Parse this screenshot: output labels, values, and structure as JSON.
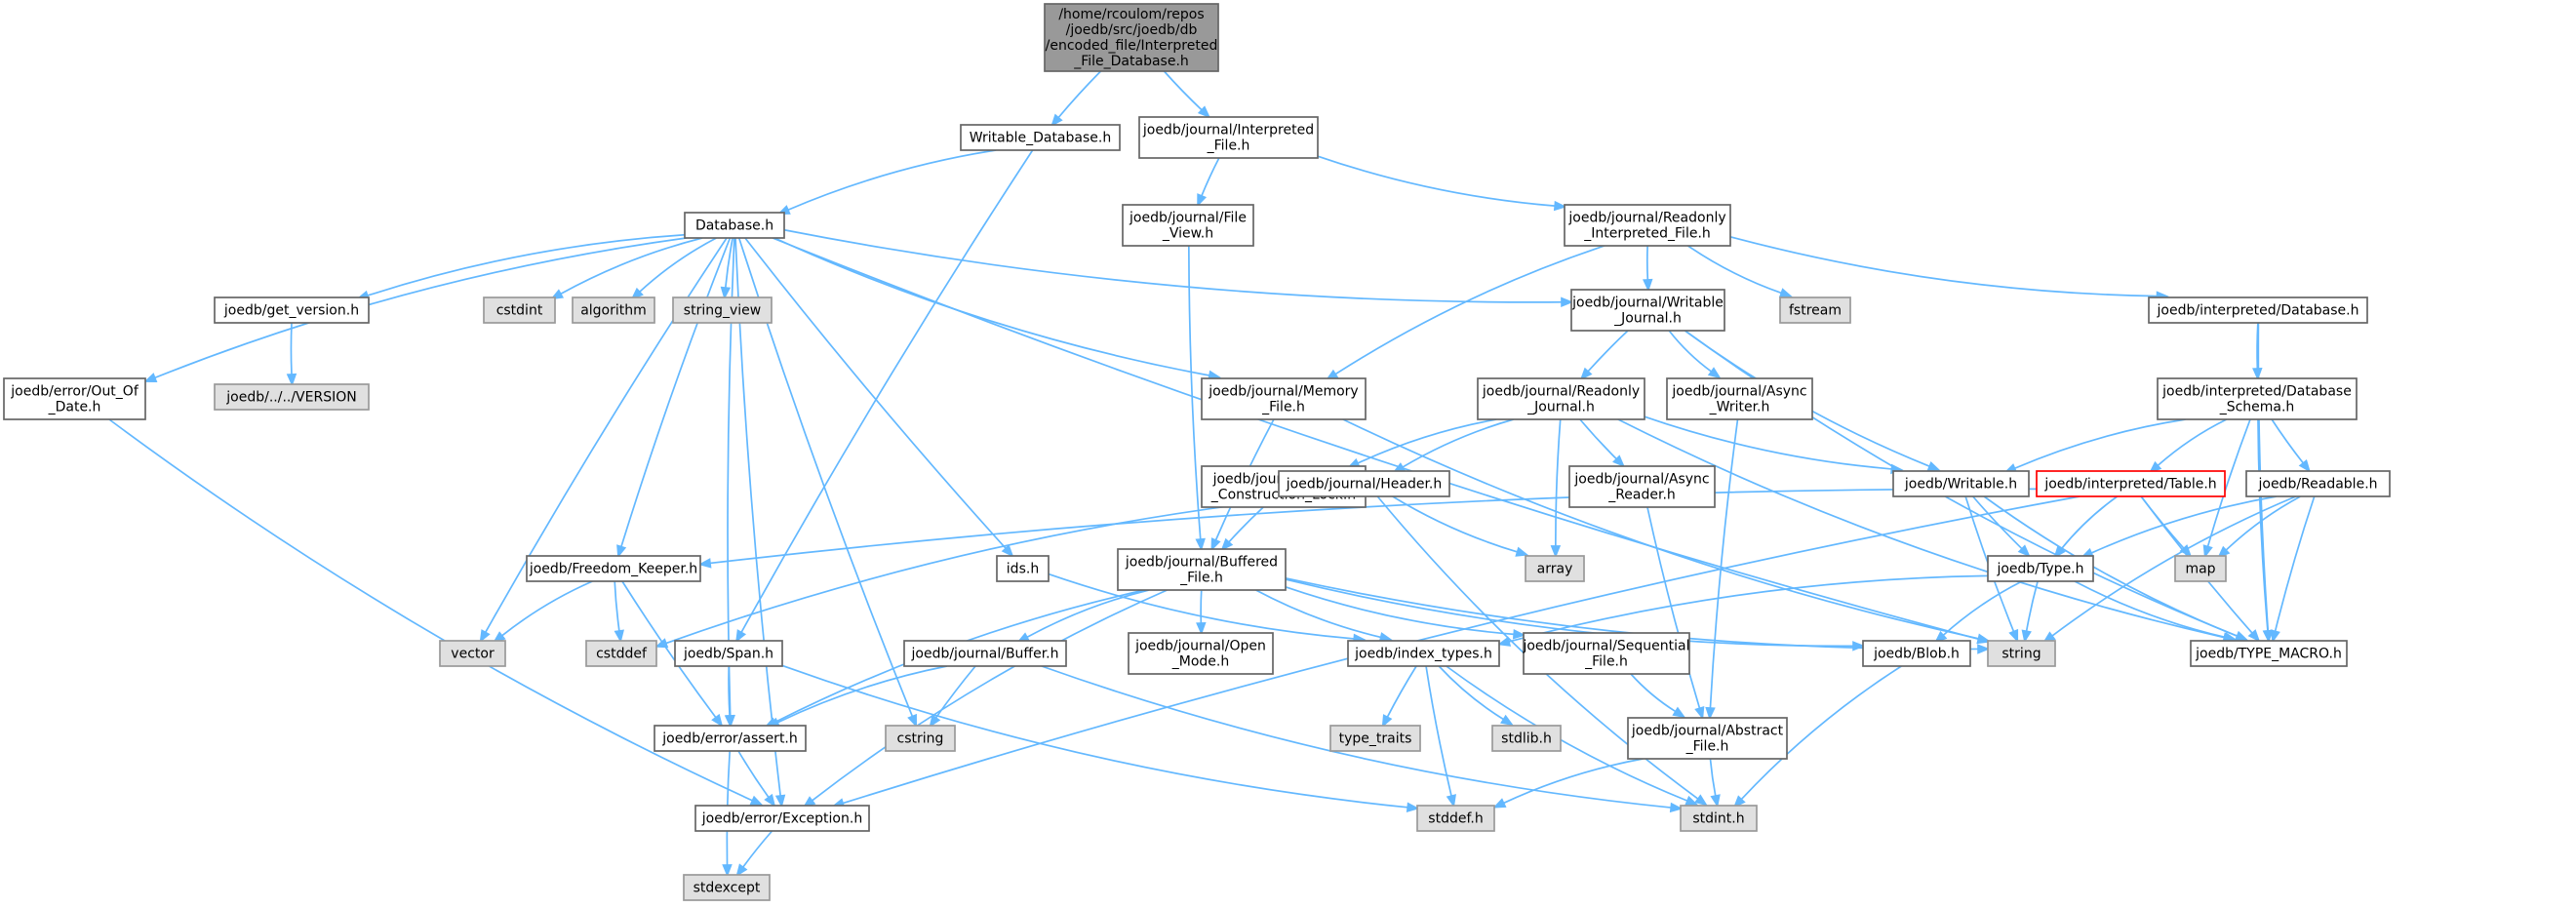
{
  "colors": {
    "edge": "#63b8ff",
    "node_border": "#666666",
    "node_fill": "#ffffff",
    "root_fill": "#999999",
    "system_fill": "#e0e0e0",
    "system_border": "#999999",
    "highlight_border": "#ff0000"
  },
  "nodes": [
    {
      "id": "root",
      "lines": [
        "/home/rcoulom/repos",
        "/joedb/src/joedb/db",
        "/encoded_file/Interpreted",
        "_File_Database.h"
      ],
      "kind": "root"
    },
    {
      "id": "writable_database",
      "lines": [
        "Writable_Database.h"
      ],
      "kind": "normal"
    },
    {
      "id": "interpreted_file",
      "lines": [
        "joedb/journal/Interpreted",
        "_File.h"
      ],
      "kind": "normal"
    },
    {
      "id": "database",
      "lines": [
        "Database.h"
      ],
      "kind": "normal"
    },
    {
      "id": "file_view",
      "lines": [
        "joedb/journal/File",
        "_View.h"
      ],
      "kind": "normal"
    },
    {
      "id": "readonly_interpreted_file",
      "lines": [
        "joedb/journal/Readonly",
        "_Interpreted_File.h"
      ],
      "kind": "normal"
    },
    {
      "id": "get_version",
      "lines": [
        "joedb/get_version.h"
      ],
      "kind": "normal"
    },
    {
      "id": "cstdint",
      "lines": [
        "cstdint"
      ],
      "kind": "system"
    },
    {
      "id": "algorithm",
      "lines": [
        "algorithm"
      ],
      "kind": "system"
    },
    {
      "id": "string_view",
      "lines": [
        "string_view"
      ],
      "kind": "system"
    },
    {
      "id": "writable_journal",
      "lines": [
        "joedb/journal/Writable",
        "_Journal.h"
      ],
      "kind": "normal"
    },
    {
      "id": "fstream",
      "lines": [
        "fstream"
      ],
      "kind": "system"
    },
    {
      "id": "interp_database",
      "lines": [
        "joedb/interpreted/Database.h"
      ],
      "kind": "normal"
    },
    {
      "id": "out_of_date",
      "lines": [
        "joedb/error/Out_Of",
        "_Date.h"
      ],
      "kind": "normal"
    },
    {
      "id": "version",
      "lines": [
        "joedb/../../VERSION"
      ],
      "kind": "system"
    },
    {
      "id": "memory_file",
      "lines": [
        "joedb/journal/Memory",
        "_File.h"
      ],
      "kind": "normal"
    },
    {
      "id": "readonly_journal",
      "lines": [
        "joedb/journal/Readonly",
        "_Journal.h"
      ],
      "kind": "normal"
    },
    {
      "id": "async_writer",
      "lines": [
        "joedb/journal/Async",
        "_Writer.h"
      ],
      "kind": "normal"
    },
    {
      "id": "database_schema",
      "lines": [
        "joedb/interpreted/Database",
        "_Schema.h"
      ],
      "kind": "normal"
    },
    {
      "id": "journal_construction_lock",
      "lines": [
        "joedb/journal/Journal",
        "_Construction_Lock.h"
      ],
      "kind": "normal"
    },
    {
      "id": "header",
      "lines": [
        "joedb/journal/Header.h"
      ],
      "kind": "normal"
    },
    {
      "id": "async_reader",
      "lines": [
        "joedb/journal/Async",
        "_Reader.h"
      ],
      "kind": "normal"
    },
    {
      "id": "writable",
      "lines": [
        "joedb/Writable.h"
      ],
      "kind": "normal"
    },
    {
      "id": "table",
      "lines": [
        "joedb/interpreted/Table.h"
      ],
      "kind": "highlight"
    },
    {
      "id": "readable",
      "lines": [
        "joedb/Readable.h"
      ],
      "kind": "normal"
    },
    {
      "id": "array",
      "lines": [
        "array"
      ],
      "kind": "system"
    },
    {
      "id": "map",
      "lines": [
        "map"
      ],
      "kind": "system"
    },
    {
      "id": "freedom_keeper",
      "lines": [
        "joedb/Freedom_Keeper.h"
      ],
      "kind": "normal"
    },
    {
      "id": "ids",
      "lines": [
        "ids.h"
      ],
      "kind": "normal"
    },
    {
      "id": "buffered_file",
      "lines": [
        "joedb/journal/Buffered",
        "_File.h"
      ],
      "kind": "normal"
    },
    {
      "id": "type",
      "lines": [
        "joedb/Type.h"
      ],
      "kind": "normal"
    },
    {
      "id": "vector",
      "lines": [
        "vector"
      ],
      "kind": "system"
    },
    {
      "id": "cstddef",
      "lines": [
        "cstddef"
      ],
      "kind": "system"
    },
    {
      "id": "span",
      "lines": [
        "joedb/Span.h"
      ],
      "kind": "normal"
    },
    {
      "id": "buffer",
      "lines": [
        "joedb/journal/Buffer.h"
      ],
      "kind": "normal"
    },
    {
      "id": "open_mode",
      "lines": [
        "joedb/journal/Open",
        "_Mode.h"
      ],
      "kind": "normal"
    },
    {
      "id": "index_types",
      "lines": [
        "joedb/index_types.h"
      ],
      "kind": "normal"
    },
    {
      "id": "sequential_file",
      "lines": [
        "joedb/journal/Sequential",
        "_File.h"
      ],
      "kind": "normal"
    },
    {
      "id": "blob",
      "lines": [
        "joedb/Blob.h"
      ],
      "kind": "normal"
    },
    {
      "id": "string",
      "lines": [
        "string"
      ],
      "kind": "system"
    },
    {
      "id": "type_macro",
      "lines": [
        "joedb/TYPE_MACRO.h"
      ],
      "kind": "normal"
    },
    {
      "id": "assert",
      "lines": [
        "joedb/error/assert.h"
      ],
      "kind": "normal"
    },
    {
      "id": "cstring",
      "lines": [
        "cstring"
      ],
      "kind": "system"
    },
    {
      "id": "type_traits",
      "lines": [
        "type_traits"
      ],
      "kind": "system"
    },
    {
      "id": "stdlib",
      "lines": [
        "stdlib.h"
      ],
      "kind": "system"
    },
    {
      "id": "abstract_file",
      "lines": [
        "joedb/journal/Abstract",
        "_File.h"
      ],
      "kind": "normal"
    },
    {
      "id": "exception",
      "lines": [
        "joedb/error/Exception.h"
      ],
      "kind": "normal"
    },
    {
      "id": "stddef",
      "lines": [
        "stddef.h"
      ],
      "kind": "system"
    },
    {
      "id": "stdint",
      "lines": [
        "stdint.h"
      ],
      "kind": "system"
    },
    {
      "id": "stdexcept",
      "lines": [
        "stdexcept"
      ],
      "kind": "system"
    }
  ],
  "edges": [
    [
      "root",
      "writable_database"
    ],
    [
      "root",
      "interpreted_file"
    ],
    [
      "writable_database",
      "database"
    ],
    [
      "writable_database",
      "span"
    ],
    [
      "interpreted_file",
      "file_view"
    ],
    [
      "interpreted_file",
      "readonly_interpreted_file"
    ],
    [
      "database",
      "out_of_date"
    ],
    [
      "database",
      "get_version"
    ],
    [
      "database",
      "cstdint"
    ],
    [
      "database",
      "algorithm"
    ],
    [
      "database",
      "string_view"
    ],
    [
      "database",
      "writable_journal"
    ],
    [
      "database",
      "memory_file"
    ],
    [
      "database",
      "freedom_keeper"
    ],
    [
      "database",
      "ids"
    ],
    [
      "database",
      "vector"
    ],
    [
      "database",
      "assert"
    ],
    [
      "database",
      "exception"
    ],
    [
      "database",
      "cstring"
    ],
    [
      "database",
      "string"
    ],
    [
      "get_version",
      "version"
    ],
    [
      "out_of_date",
      "exception"
    ],
    [
      "file_view",
      "buffered_file"
    ],
    [
      "readonly_interpreted_file",
      "memory_file"
    ],
    [
      "readonly_interpreted_file",
      "writable_journal"
    ],
    [
      "readonly_interpreted_file",
      "fstream"
    ],
    [
      "readonly_interpreted_file",
      "interp_database"
    ],
    [
      "writable_journal",
      "readonly_journal"
    ],
    [
      "writable_journal",
      "async_writer"
    ],
    [
      "writable_journal",
      "writable"
    ],
    [
      "writable_journal",
      "type_macro"
    ],
    [
      "interp_database",
      "database_schema"
    ],
    [
      "interp_database",
      "type_macro"
    ],
    [
      "memory_file",
      "buffered_file"
    ],
    [
      "memory_file",
      "string"
    ],
    [
      "readonly_journal",
      "journal_construction_lock"
    ],
    [
      "readonly_journal",
      "header"
    ],
    [
      "readonly_journal",
      "array"
    ],
    [
      "readonly_journal",
      "async_reader"
    ],
    [
      "readonly_journal",
      "writable"
    ],
    [
      "readonly_journal",
      "type_macro"
    ],
    [
      "async_writer",
      "abstract_file"
    ],
    [
      "database_schema",
      "writable"
    ],
    [
      "database_schema",
      "table"
    ],
    [
      "database_schema",
      "readable"
    ],
    [
      "database_schema",
      "map"
    ],
    [
      "database_schema",
      "type_macro"
    ],
    [
      "journal_construction_lock",
      "buffered_file"
    ],
    [
      "header",
      "array"
    ],
    [
      "header",
      "cstddef"
    ],
    [
      "header",
      "stdint"
    ],
    [
      "async_reader",
      "abstract_file"
    ],
    [
      "writable",
      "type"
    ],
    [
      "writable",
      "string"
    ],
    [
      "writable",
      "type_macro"
    ],
    [
      "table",
      "freedom_keeper"
    ],
    [
      "table",
      "type"
    ],
    [
      "table",
      "map"
    ],
    [
      "table",
      "exception"
    ],
    [
      "table",
      "type_macro"
    ],
    [
      "readable",
      "type"
    ],
    [
      "readable",
      "map"
    ],
    [
      "readable",
      "string"
    ],
    [
      "readable",
      "type_macro"
    ],
    [
      "freedom_keeper",
      "vector"
    ],
    [
      "freedom_keeper",
      "cstddef"
    ],
    [
      "freedom_keeper",
      "assert"
    ],
    [
      "ids",
      "index_types"
    ],
    [
      "buffered_file",
      "buffer"
    ],
    [
      "buffered_file",
      "open_mode"
    ],
    [
      "buffered_file",
      "index_types"
    ],
    [
      "buffered_file",
      "sequential_file"
    ],
    [
      "buffered_file",
      "blob"
    ],
    [
      "buffered_file",
      "string"
    ],
    [
      "buffered_file",
      "assert"
    ],
    [
      "buffered_file",
      "exception"
    ],
    [
      "type",
      "index_types"
    ],
    [
      "type",
      "blob"
    ],
    [
      "type",
      "string"
    ],
    [
      "type",
      "type_macro"
    ],
    [
      "span",
      "assert"
    ],
    [
      "span",
      "stddef"
    ],
    [
      "buffer",
      "assert"
    ],
    [
      "buffer",
      "cstring"
    ],
    [
      "buffer",
      "stdint"
    ],
    [
      "index_types",
      "type_traits"
    ],
    [
      "index_types",
      "stdlib"
    ],
    [
      "index_types",
      "stddef"
    ],
    [
      "index_types",
      "stdint"
    ],
    [
      "sequential_file",
      "abstract_file"
    ],
    [
      "blob",
      "stdint"
    ],
    [
      "assert",
      "exception"
    ],
    [
      "assert",
      "stdexcept"
    ],
    [
      "abstract_file",
      "stddef"
    ],
    [
      "abstract_file",
      "stdint"
    ],
    [
      "exception",
      "stdexcept"
    ]
  ]
}
